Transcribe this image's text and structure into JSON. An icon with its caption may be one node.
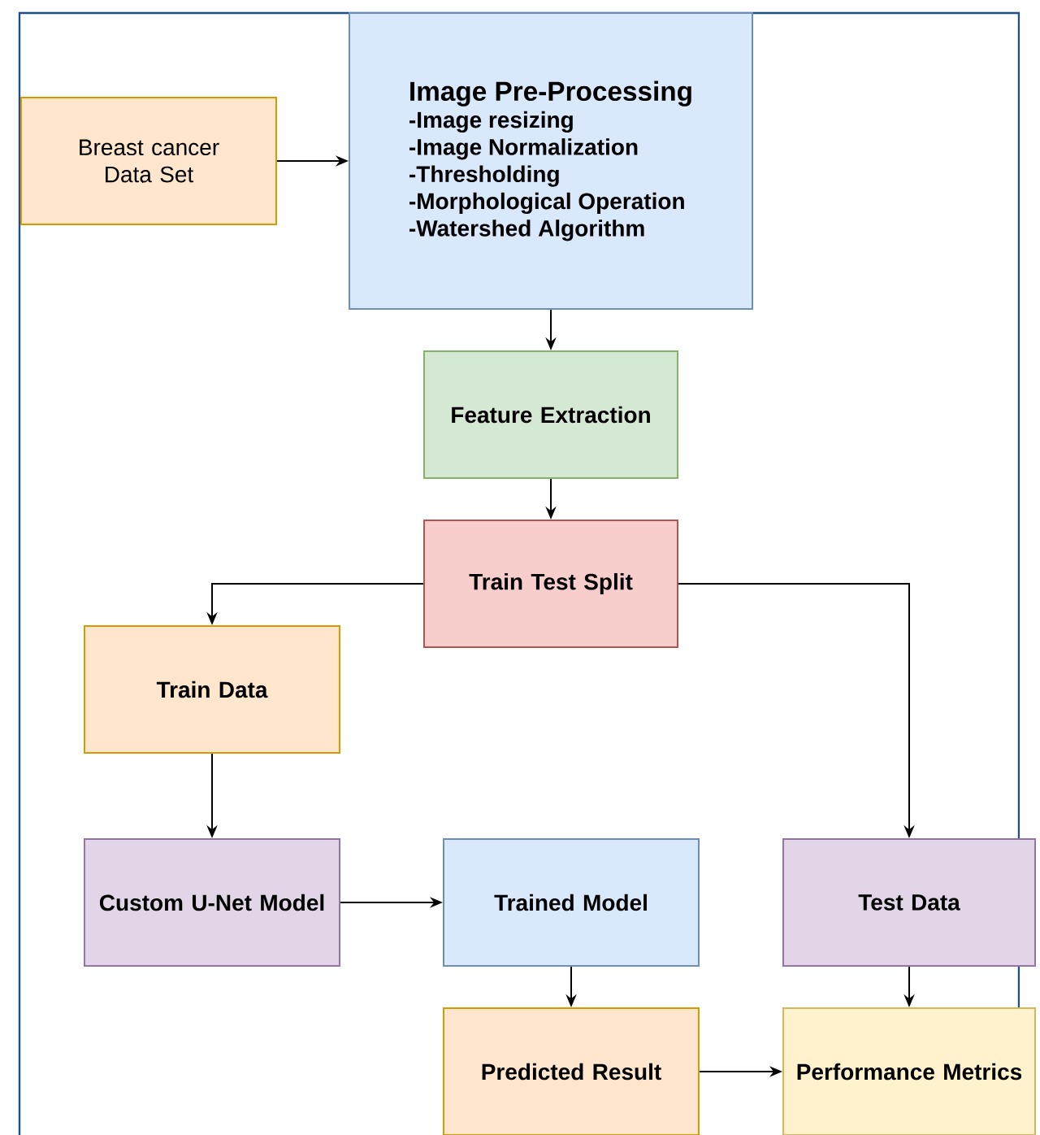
{
  "diagram": {
    "nodes": [
      {
        "text": [
          "Breast cancer Data Set"
        ]
      },
      {
        "text": [
          "Image Pre-Processing",
          "-Image resizing",
          "-Image Normalization",
          "-Thresholding",
          "-Morphological Operation",
          "-Watershed Algorithm"
        ]
      },
      {
        "text": [
          "Feature Extraction"
        ]
      },
      {
        "text": [
          "Train Test Split"
        ]
      },
      {
        "text": [
          "Train Data"
        ]
      },
      {
        "text": [
          "Custom U-Net Model"
        ]
      },
      {
        "text": [
          "Trained Model"
        ]
      },
      {
        "text": [
          "Test Data"
        ]
      },
      {
        "text": [
          "Predicted Result"
        ]
      },
      {
        "text": [
          "Performance Metrics"
        ]
      }
    ],
    "edges": [
      {
        "from": 0,
        "to": 1,
        "arrow": "to"
      },
      {
        "from": 1,
        "to": 2,
        "arrow": "to"
      },
      {
        "from": 2,
        "to": 3,
        "arrow": "to"
      },
      {
        "from": 3,
        "to": 4,
        "arrow": "to"
      },
      {
        "from": 3,
        "to": 7,
        "arrow": "to"
      },
      {
        "from": 4,
        "to": 5,
        "arrow": "to"
      },
      {
        "from": 5,
        "to": 6,
        "arrow": "to"
      },
      {
        "from": 6,
        "to": 8,
        "arrow": "to"
      },
      {
        "from": 7,
        "to": 9,
        "arrow": "to"
      },
      {
        "from": 8,
        "to": 9,
        "arrow": "to"
      }
    ]
  }
}
